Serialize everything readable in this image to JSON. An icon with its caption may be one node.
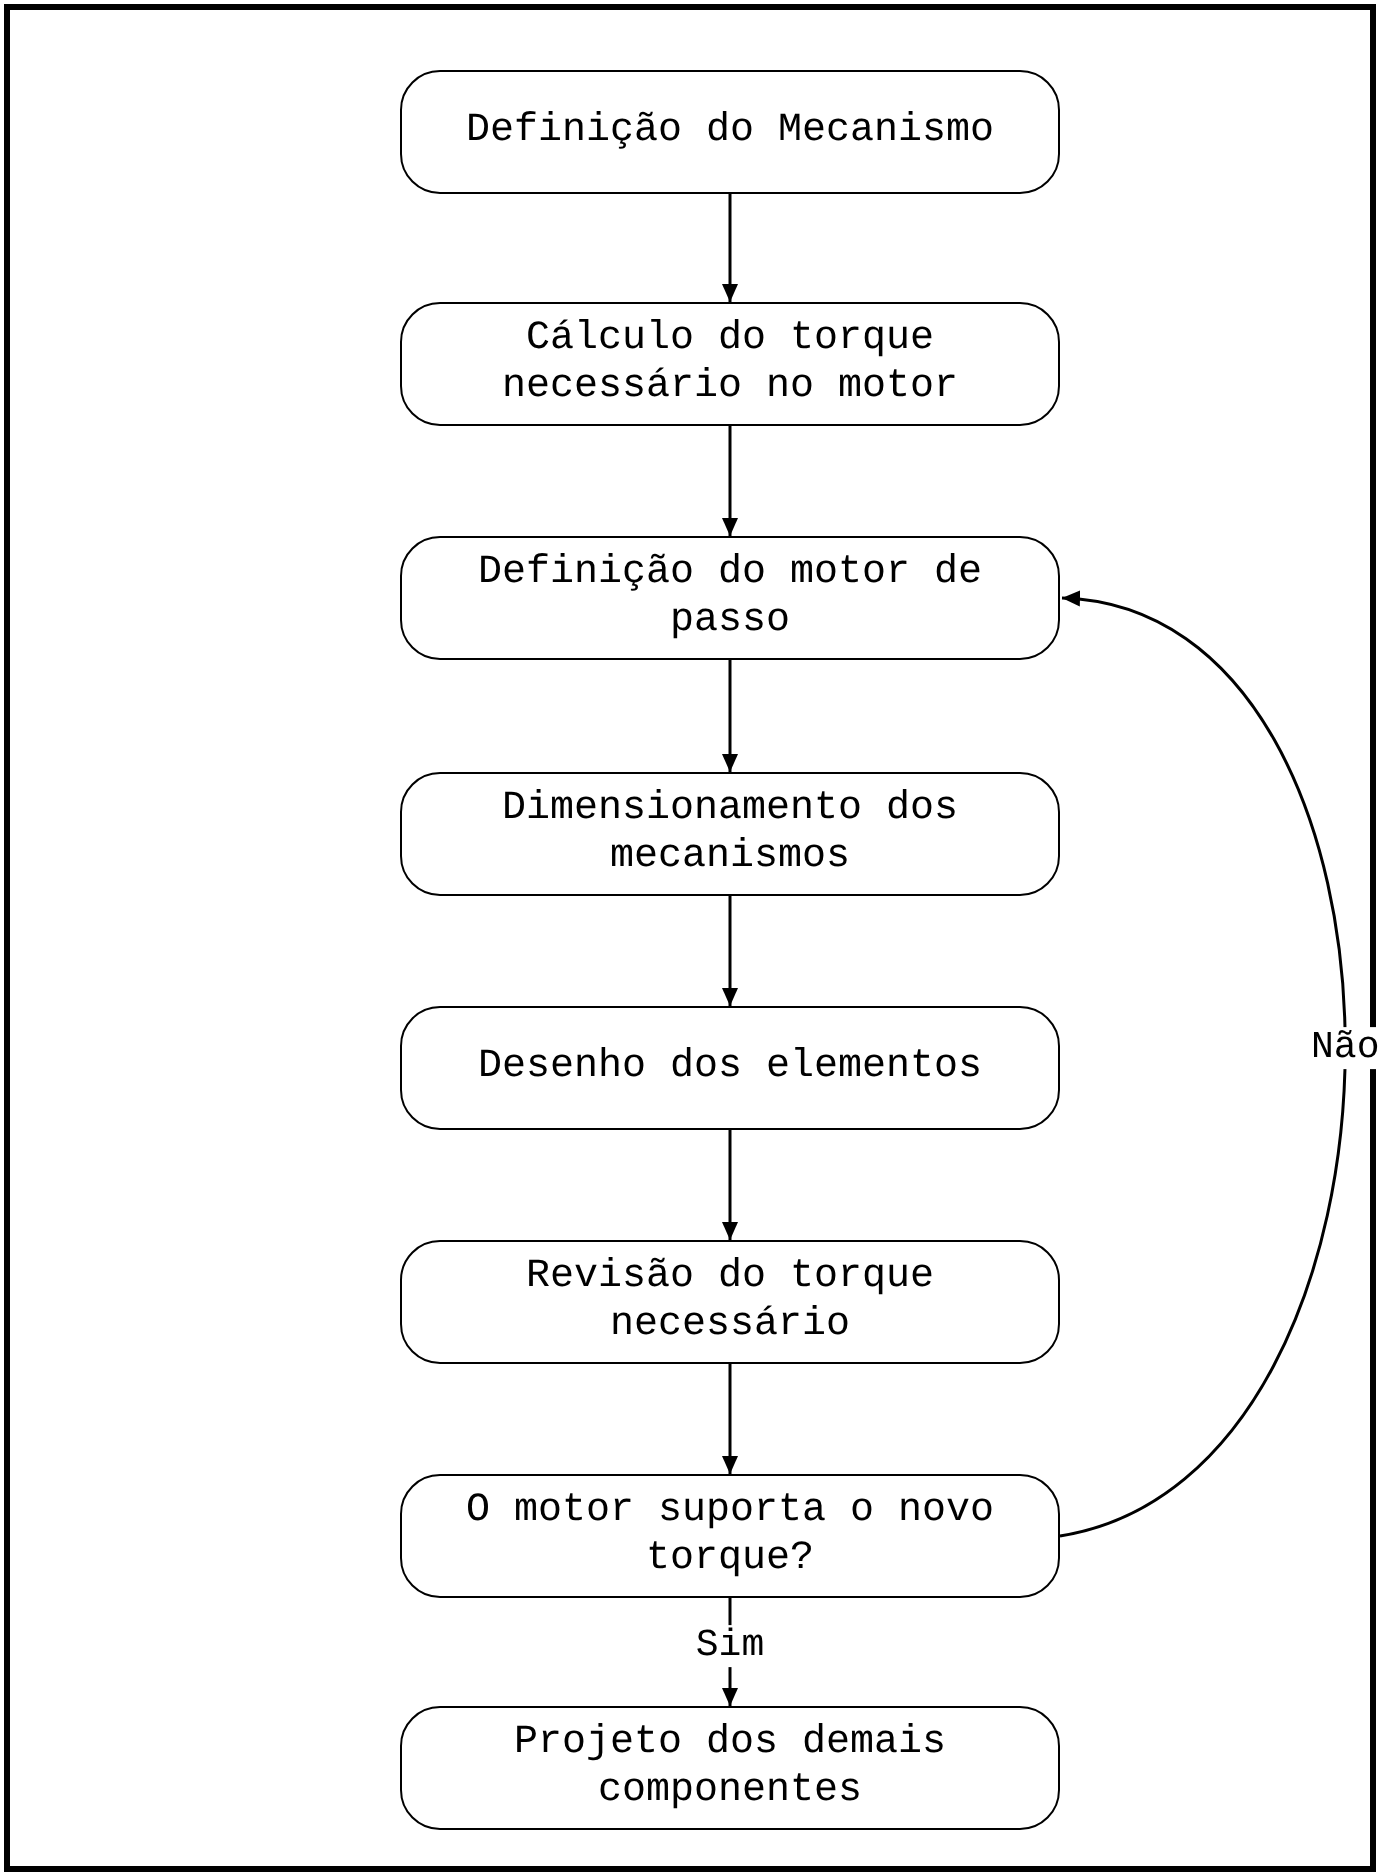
{
  "diagram": {
    "nodes": [
      {
        "text": [
          "Definição do Mecanismo"
        ]
      },
      {
        "text": [
          "Cálculo do torque necessário no motor"
        ]
      },
      {
        "text": [
          "Definição do motor de passo"
        ]
      },
      {
        "text": [
          "Dimensionamento dos mecanismos"
        ]
      },
      {
        "text": [
          "Desenho dos elementos"
        ]
      },
      {
        "text": [
          "Revisão do torque necessário"
        ]
      },
      {
        "text": [
          "O motor suporta o novo torque?"
        ]
      },
      {
        "text": [
          "Projeto dos demais componentes"
        ]
      }
    ],
    "edges": [
      {
        "from": 0,
        "to": 1,
        "arrow": "to"
      },
      {
        "from": 1,
        "to": 2,
        "arrow": "to"
      },
      {
        "from": 2,
        "to": 3,
        "arrow": "to"
      },
      {
        "from": 3,
        "to": 4,
        "arrow": "to"
      },
      {
        "from": 4,
        "to": 5,
        "arrow": "to"
      },
      {
        "from": 5,
        "to": 6,
        "arrow": "to"
      },
      {
        "from": 6,
        "to": 7,
        "arrow": "to",
        "label": "Sim"
      },
      {
        "from": 6,
        "to": 2,
        "arrow": "to",
        "label": "Não"
      }
    ]
  }
}
